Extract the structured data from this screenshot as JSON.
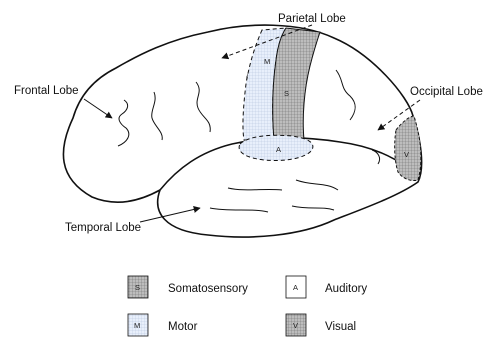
{
  "labels": {
    "parietal": "Parietal Lobe",
    "frontal": "Frontal Lobe",
    "occipital": "Occipital Lobe",
    "temporal": "Temporal Lobe"
  },
  "regions": {
    "motor": "M",
    "somatosensory": "S",
    "auditory": "A",
    "visual": "V"
  },
  "legend": [
    {
      "code": "S",
      "name": "Somatosensory"
    },
    {
      "code": "A",
      "name": "Auditory"
    },
    {
      "code": "M",
      "name": "Motor"
    },
    {
      "code": "V",
      "name": "Visual"
    }
  ],
  "colors": {
    "outline": "#111111",
    "motor_fill": "#e6eefb",
    "somatosensory_fill": "#b9b9b9",
    "auditory_fill": "#eef3fc",
    "visual_fill": "#c4c4c4",
    "grid_line": "#7d7d7d"
  }
}
